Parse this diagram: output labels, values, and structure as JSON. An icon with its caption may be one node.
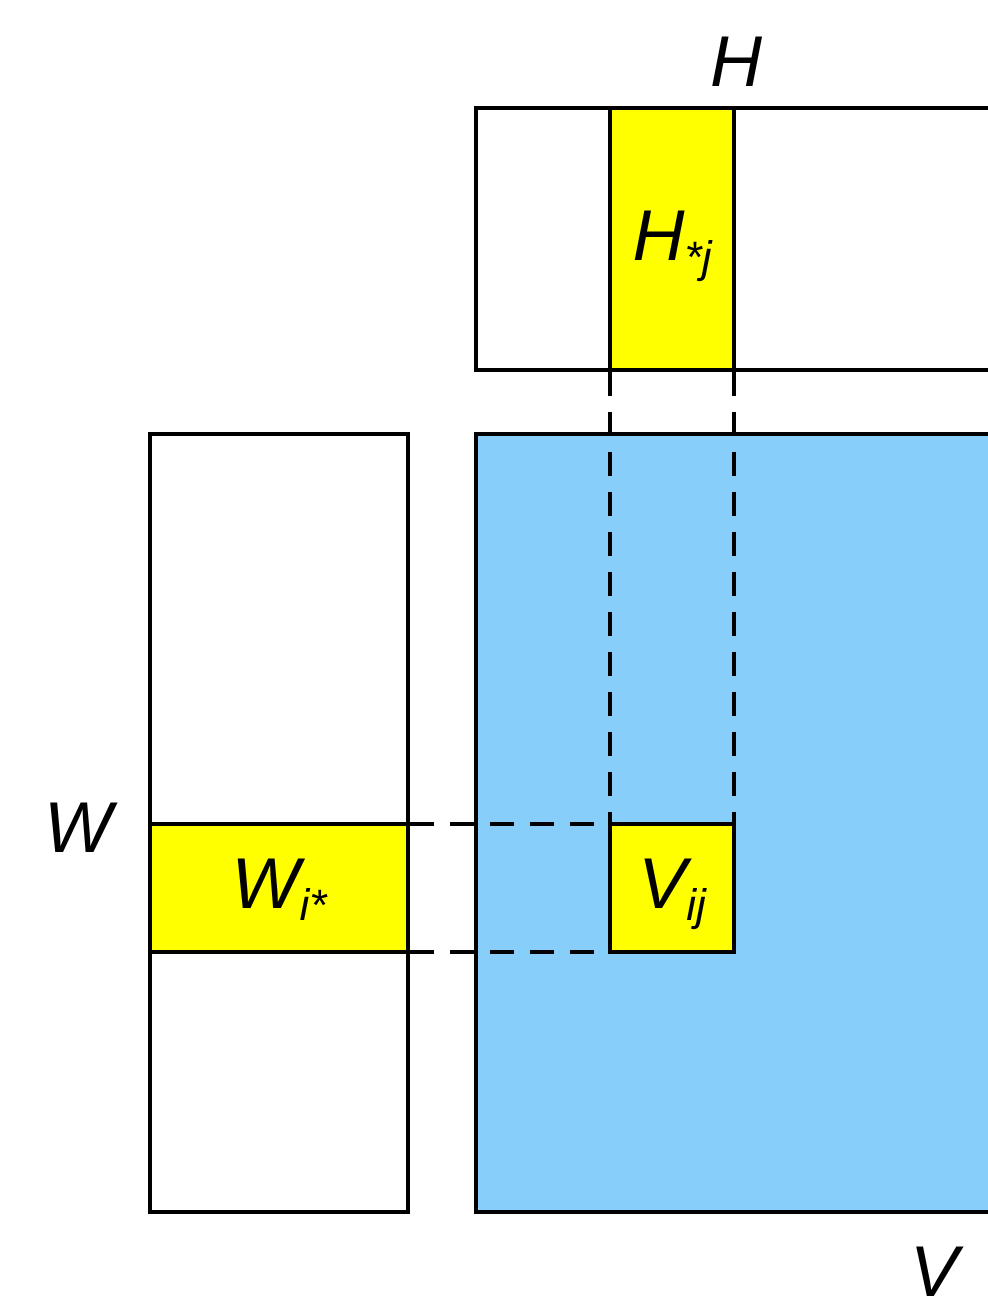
{
  "diagram": {
    "nodes": [
      {
        "text": [
          "H"
        ]
      },
      {
        "text": [
          "H$_{*j}$"
        ],
        "in": 0
      },
      {
        "text": [
          "W"
        ]
      },
      {
        "text": [
          "W$_{i*}$"
        ],
        "in": 2
      },
      {
        "text": [
          "V"
        ]
      },
      {
        "text": [
          "V$_{ij}$"
        ],
        "in": 4
      }
    ],
    "edges": [
      {
        "from": 1,
        "to": 5,
        "arrow": "none",
        "style": "dashed"
      },
      {
        "from": 3,
        "to": 5,
        "arrow": "none",
        "style": "dashed"
      }
    ]
  }
}
